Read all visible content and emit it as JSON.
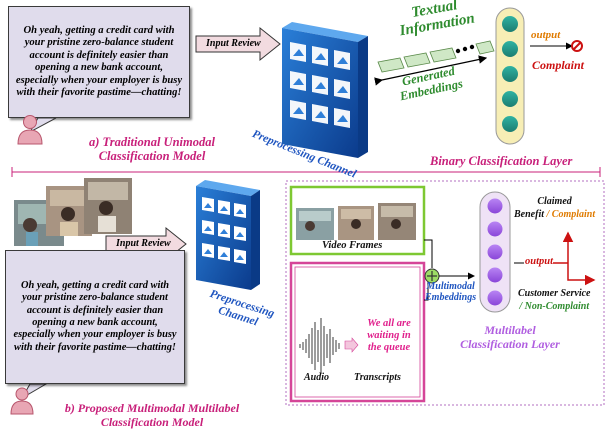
{
  "top": {
    "utterance": "Oh yeah, getting a credit card with your pristine zero-balance student account is definitely easier than opening a new bank account, especially when your employer is busy with their favorite pastime—chatting!",
    "input_review": "Input Review",
    "preprocessing": "Preprocessing Channel",
    "textual_info_line1": "Textual",
    "textual_info_line2": "Information",
    "generated_line1": "Generated",
    "generated_line2": "Embeddings",
    "output": "output",
    "complaint": "Complaint",
    "caption_line1": "a)   Traditional Unimodal",
    "caption_line2": "Classification Model",
    "layer_label": "Binary Classification Layer"
  },
  "bottom": {
    "utterance": "Oh yeah, getting a credit card with your pristine zero-balance student account is definitely easier than opening a new bank account, especially when your employer is busy with their favorite pastime—chatting!",
    "input_review": "Input Review",
    "preprocessing_line1": "Preprocessing",
    "preprocessing_line2": "Channel",
    "video_frames": "Video Frames",
    "audio": "Audio",
    "transcript": "We all are waiting in the queue",
    "transcripts_label": "Transcripts",
    "multimodal_line1": "Multimodal",
    "multimodal_line2": "Embeddings",
    "multilabel_line1": "Multilabel",
    "multilabel_line2": "Classification Layer",
    "output": "output",
    "claimed_line1": "Claimed",
    "benefit": "Benefit",
    "slash_complaint": "/ Complaint",
    "customer_service": "Customer Service",
    "slash_noncomplaint": "/ Non-Complaint",
    "caption_line1": "b)  Proposed Multimodal  Multilabel",
    "caption_line2": "Classification Model"
  },
  "colors": {
    "caption": "#c8207a",
    "blue": "#1f55c0",
    "green": "#2e8b2e",
    "teal_node": "#2a9d8f",
    "purple_node": "#9b59e6",
    "red": "#cc1111",
    "orange": "#e07b00"
  },
  "icons": [
    "person-icon",
    "no-entry-icon",
    "plus-circle-icon",
    "audio-waveform-icon"
  ]
}
